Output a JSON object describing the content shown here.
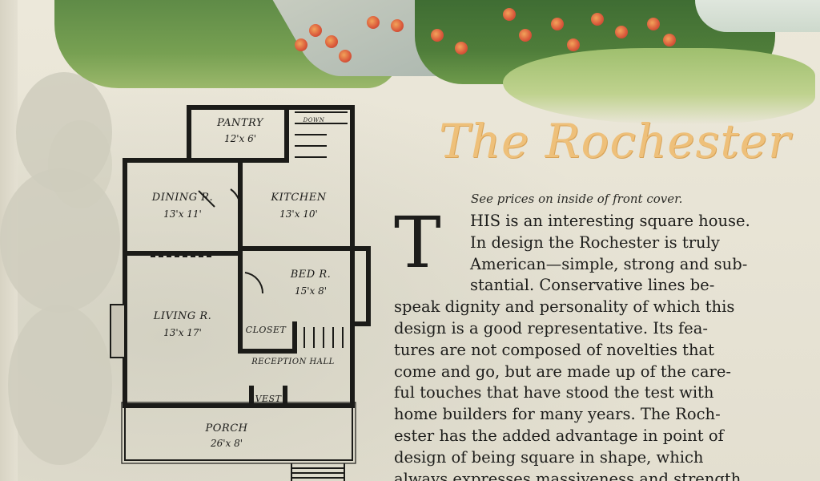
{
  "title": "The Rochester",
  "subtitle": "See prices on inside of front cover.",
  "dropcap": "T",
  "body_lines": [
    "HIS is an interesting square house.",
    "In design the Rochester is truly",
    "American—simple, strong and sub-",
    "stantial.  Conservative lines be-",
    "speak dignity and personality of which this",
    "design is a good representative.  Its fea-",
    "tures are not composed of novelties that",
    "come and go, but are made up of the care-",
    "ful touches that have stood the test with",
    "home builders for many years.  The Roch-",
    "ester has the added advantage in point of",
    "design of being square in shape, which",
    "always expresses massiveness and strength."
  ],
  "floor_plan": {
    "rooms": [
      {
        "name": "PANTRY",
        "dims": "12'x 6'"
      },
      {
        "name": "KITCHEN",
        "dims": "13'x 10'"
      },
      {
        "name": "DINING R.",
        "dims": "13'x 11'"
      },
      {
        "name": "BED R.",
        "dims": "15'x 8'"
      },
      {
        "name": "LIVING R.",
        "dims": "13'x 17'"
      },
      {
        "name": "CLOSET",
        "dims": ""
      },
      {
        "name": "RECEPTION HALL",
        "dims": ""
      },
      {
        "name": "VEST",
        "dims": ""
      },
      {
        "name": "PORCH",
        "dims": "26'x 8'"
      }
    ],
    "stair_label": "DOWN"
  },
  "colors": {
    "paper": "#e6e2d4",
    "title": "#eec07a",
    "ink": "#1d1d1b"
  }
}
